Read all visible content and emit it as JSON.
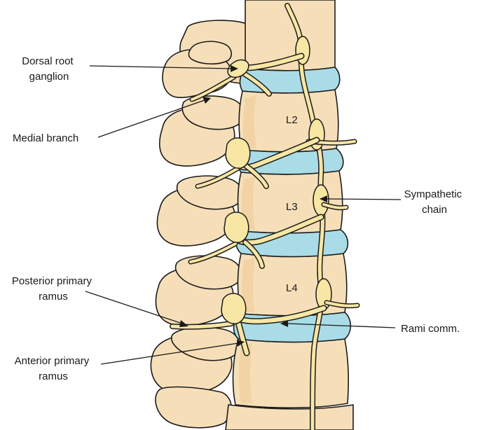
{
  "labels": {
    "dorsal_root_ganglion": [
      "Dorsal root",
      "ganglion"
    ],
    "medial_branch": "Medial branch",
    "sympathetic_chain": [
      "Sympathetic",
      "chain"
    ],
    "posterior_primary_ramus": [
      "Posterior primary",
      "ramus"
    ],
    "rami_comm": "Rami comm.",
    "anterior_primary_ramus": [
      "Anterior primary",
      "ramus"
    ]
  },
  "vertebra_labels": {
    "l2": "L2",
    "l3": "L3",
    "l4": "L4"
  },
  "colors": {
    "bone": "#f6dfb8",
    "disc": "#a9dce6",
    "nerve": "#f7e6a4",
    "outline": "#1b1b1b"
  }
}
